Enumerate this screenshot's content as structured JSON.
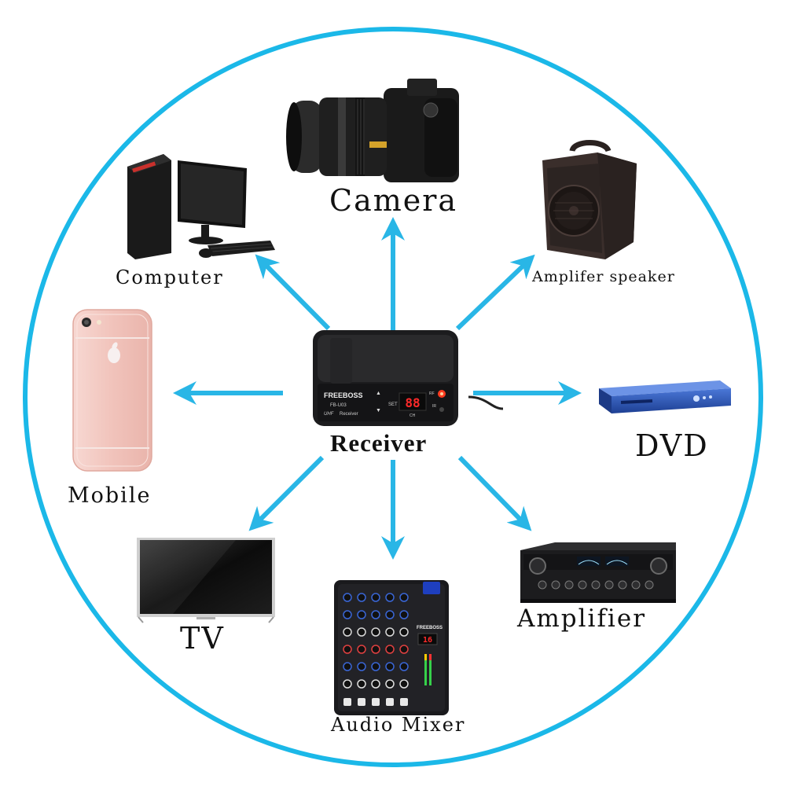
{
  "diagram": {
    "center": {
      "label": "Receiver",
      "device": {
        "brand": "FREEBOSS",
        "model": "FB-U03",
        "band": "UHF",
        "type": "Receiver",
        "set_label": "SET",
        "display": "88",
        "ch_label": "CH",
        "rf_label": "RF",
        "ir_label": "IR"
      }
    },
    "nodes": [
      {
        "id": "camera",
        "label": "Camera"
      },
      {
        "id": "computer",
        "label": "Computer"
      },
      {
        "id": "speaker",
        "label": "Amplifer speaker"
      },
      {
        "id": "mobile",
        "label": "Mobile"
      },
      {
        "id": "dvd",
        "label": "DVD"
      },
      {
        "id": "tv",
        "label": "TV"
      },
      {
        "id": "mixer",
        "label": "Audio Mixer",
        "brand": "FREEBOSS",
        "display": "16"
      },
      {
        "id": "amplifier",
        "label": "Amplifier"
      }
    ],
    "colors": {
      "circle": "#1bb8e8",
      "arrow": "#29b6e6",
      "device_dark": "#1c1c1e",
      "led_red": "#ff2a2a",
      "phone_pink": "#f3c9c2",
      "dvd_blue": "#2f57b8"
    }
  }
}
